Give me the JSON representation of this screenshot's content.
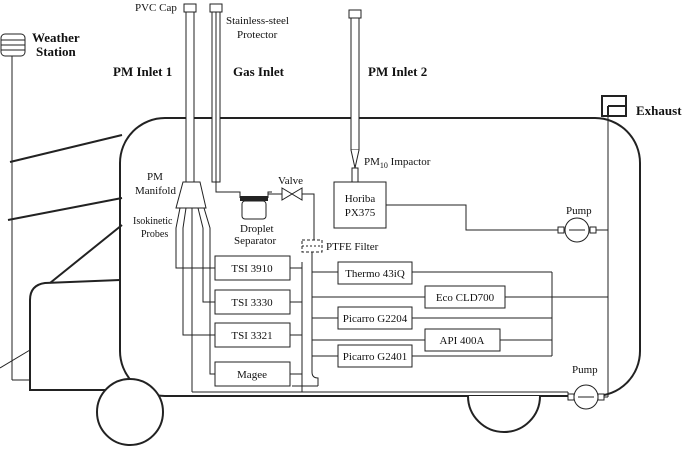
{
  "labels": {
    "weather_station_line1": "Weather",
    "weather_station_line2": "Station",
    "pvc_cap": "PVC Cap",
    "stainless_protector_line1": "Stainless-steel",
    "stainless_protector_line2": "Protector",
    "pm_inlet_1": "PM Inlet 1",
    "gas_inlet": "Gas Inlet",
    "pm_inlet_2": "PM Inlet 2",
    "exhaust": "Exhaust",
    "pm_manifold_line1": "PM",
    "pm_manifold_line2": "Manifold",
    "isokinetic_line1": "Isokinetic",
    "isokinetic_line2": "Probes",
    "droplet_line1": "Droplet",
    "droplet_line2": "Separator",
    "valve": "Valve",
    "ptfe_filter": "PTFE Filter",
    "impactor_prefix": "PM",
    "impactor_sub": "10",
    "impactor_suffix": " Impactor",
    "pump_top": "Pump",
    "pump_bottom": "Pump"
  },
  "instruments": {
    "horiba_line1": "Horiba",
    "horiba_line2": "PX375",
    "tsi3910": "TSI 3910",
    "tsi3330": "TSI 3330",
    "tsi3321": "TSI 3321",
    "magee": "Magee",
    "thermo": "Thermo 43iQ",
    "eco": "Eco CLD700",
    "picarro2204": "Picarro G2204",
    "api": "API 400A",
    "picarro2401": "Picarro G2401"
  }
}
